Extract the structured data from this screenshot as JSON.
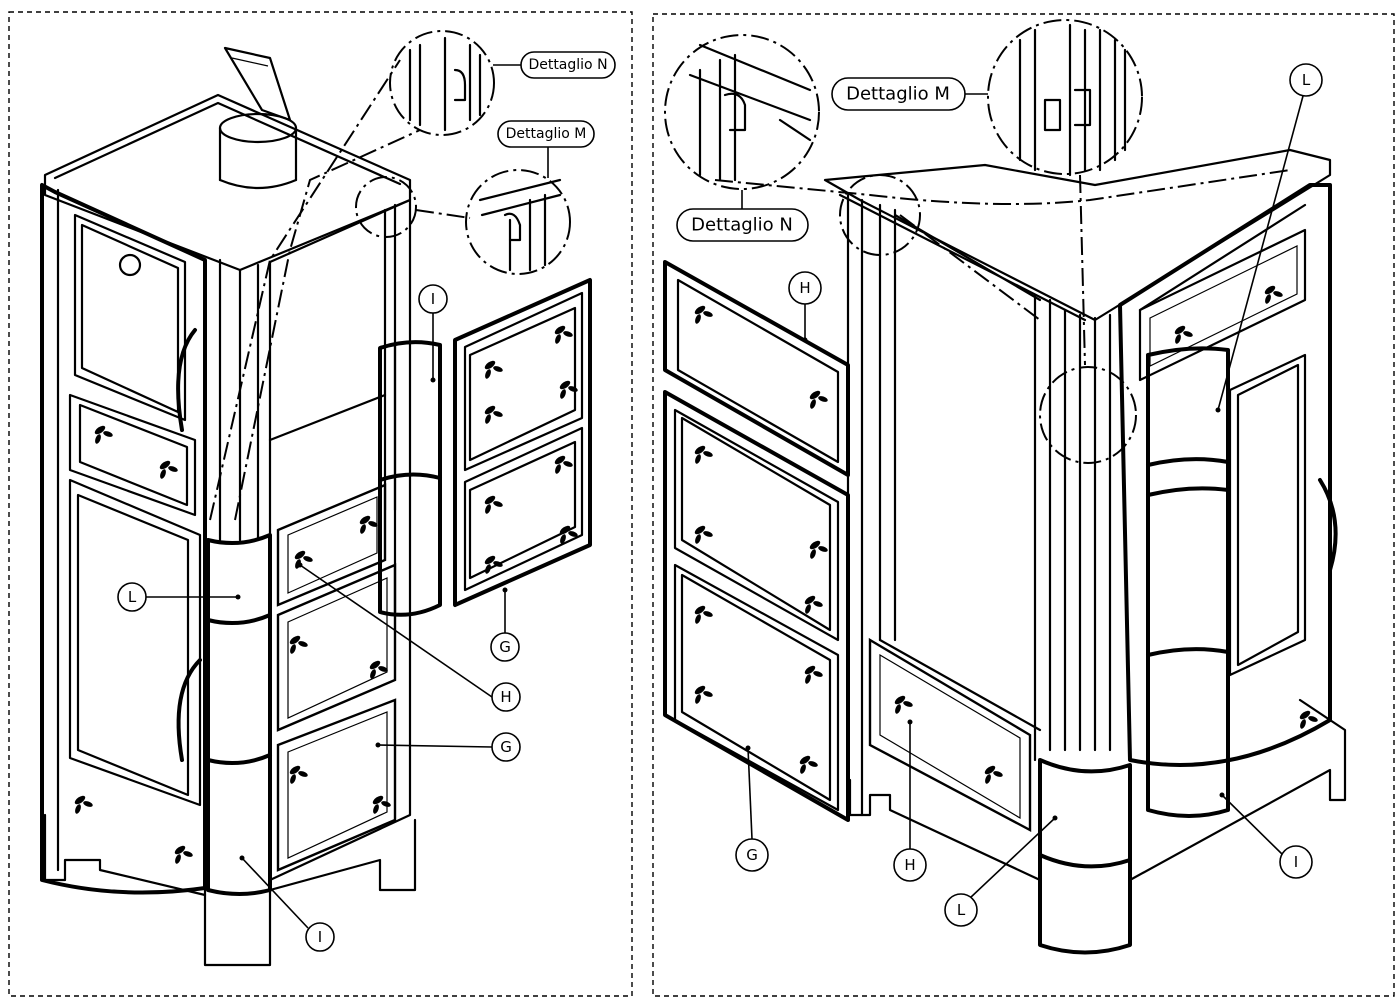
{
  "left_view": {
    "details": [
      {
        "label": "Dettaglio N"
      },
      {
        "label": "Dettaglio M"
      }
    ],
    "callouts": [
      {
        "letter": "I"
      },
      {
        "letter": "G"
      },
      {
        "letter": "H"
      },
      {
        "letter": "G"
      },
      {
        "letter": "L"
      },
      {
        "letter": "I"
      }
    ]
  },
  "right_view": {
    "details": [
      {
        "label": "Dettaglio M"
      },
      {
        "label": "Dettaglio N"
      }
    ],
    "callouts": [
      {
        "letter": "L"
      },
      {
        "letter": "H"
      },
      {
        "letter": "G"
      },
      {
        "letter": "H"
      },
      {
        "letter": "L"
      },
      {
        "letter": "I"
      }
    ]
  }
}
